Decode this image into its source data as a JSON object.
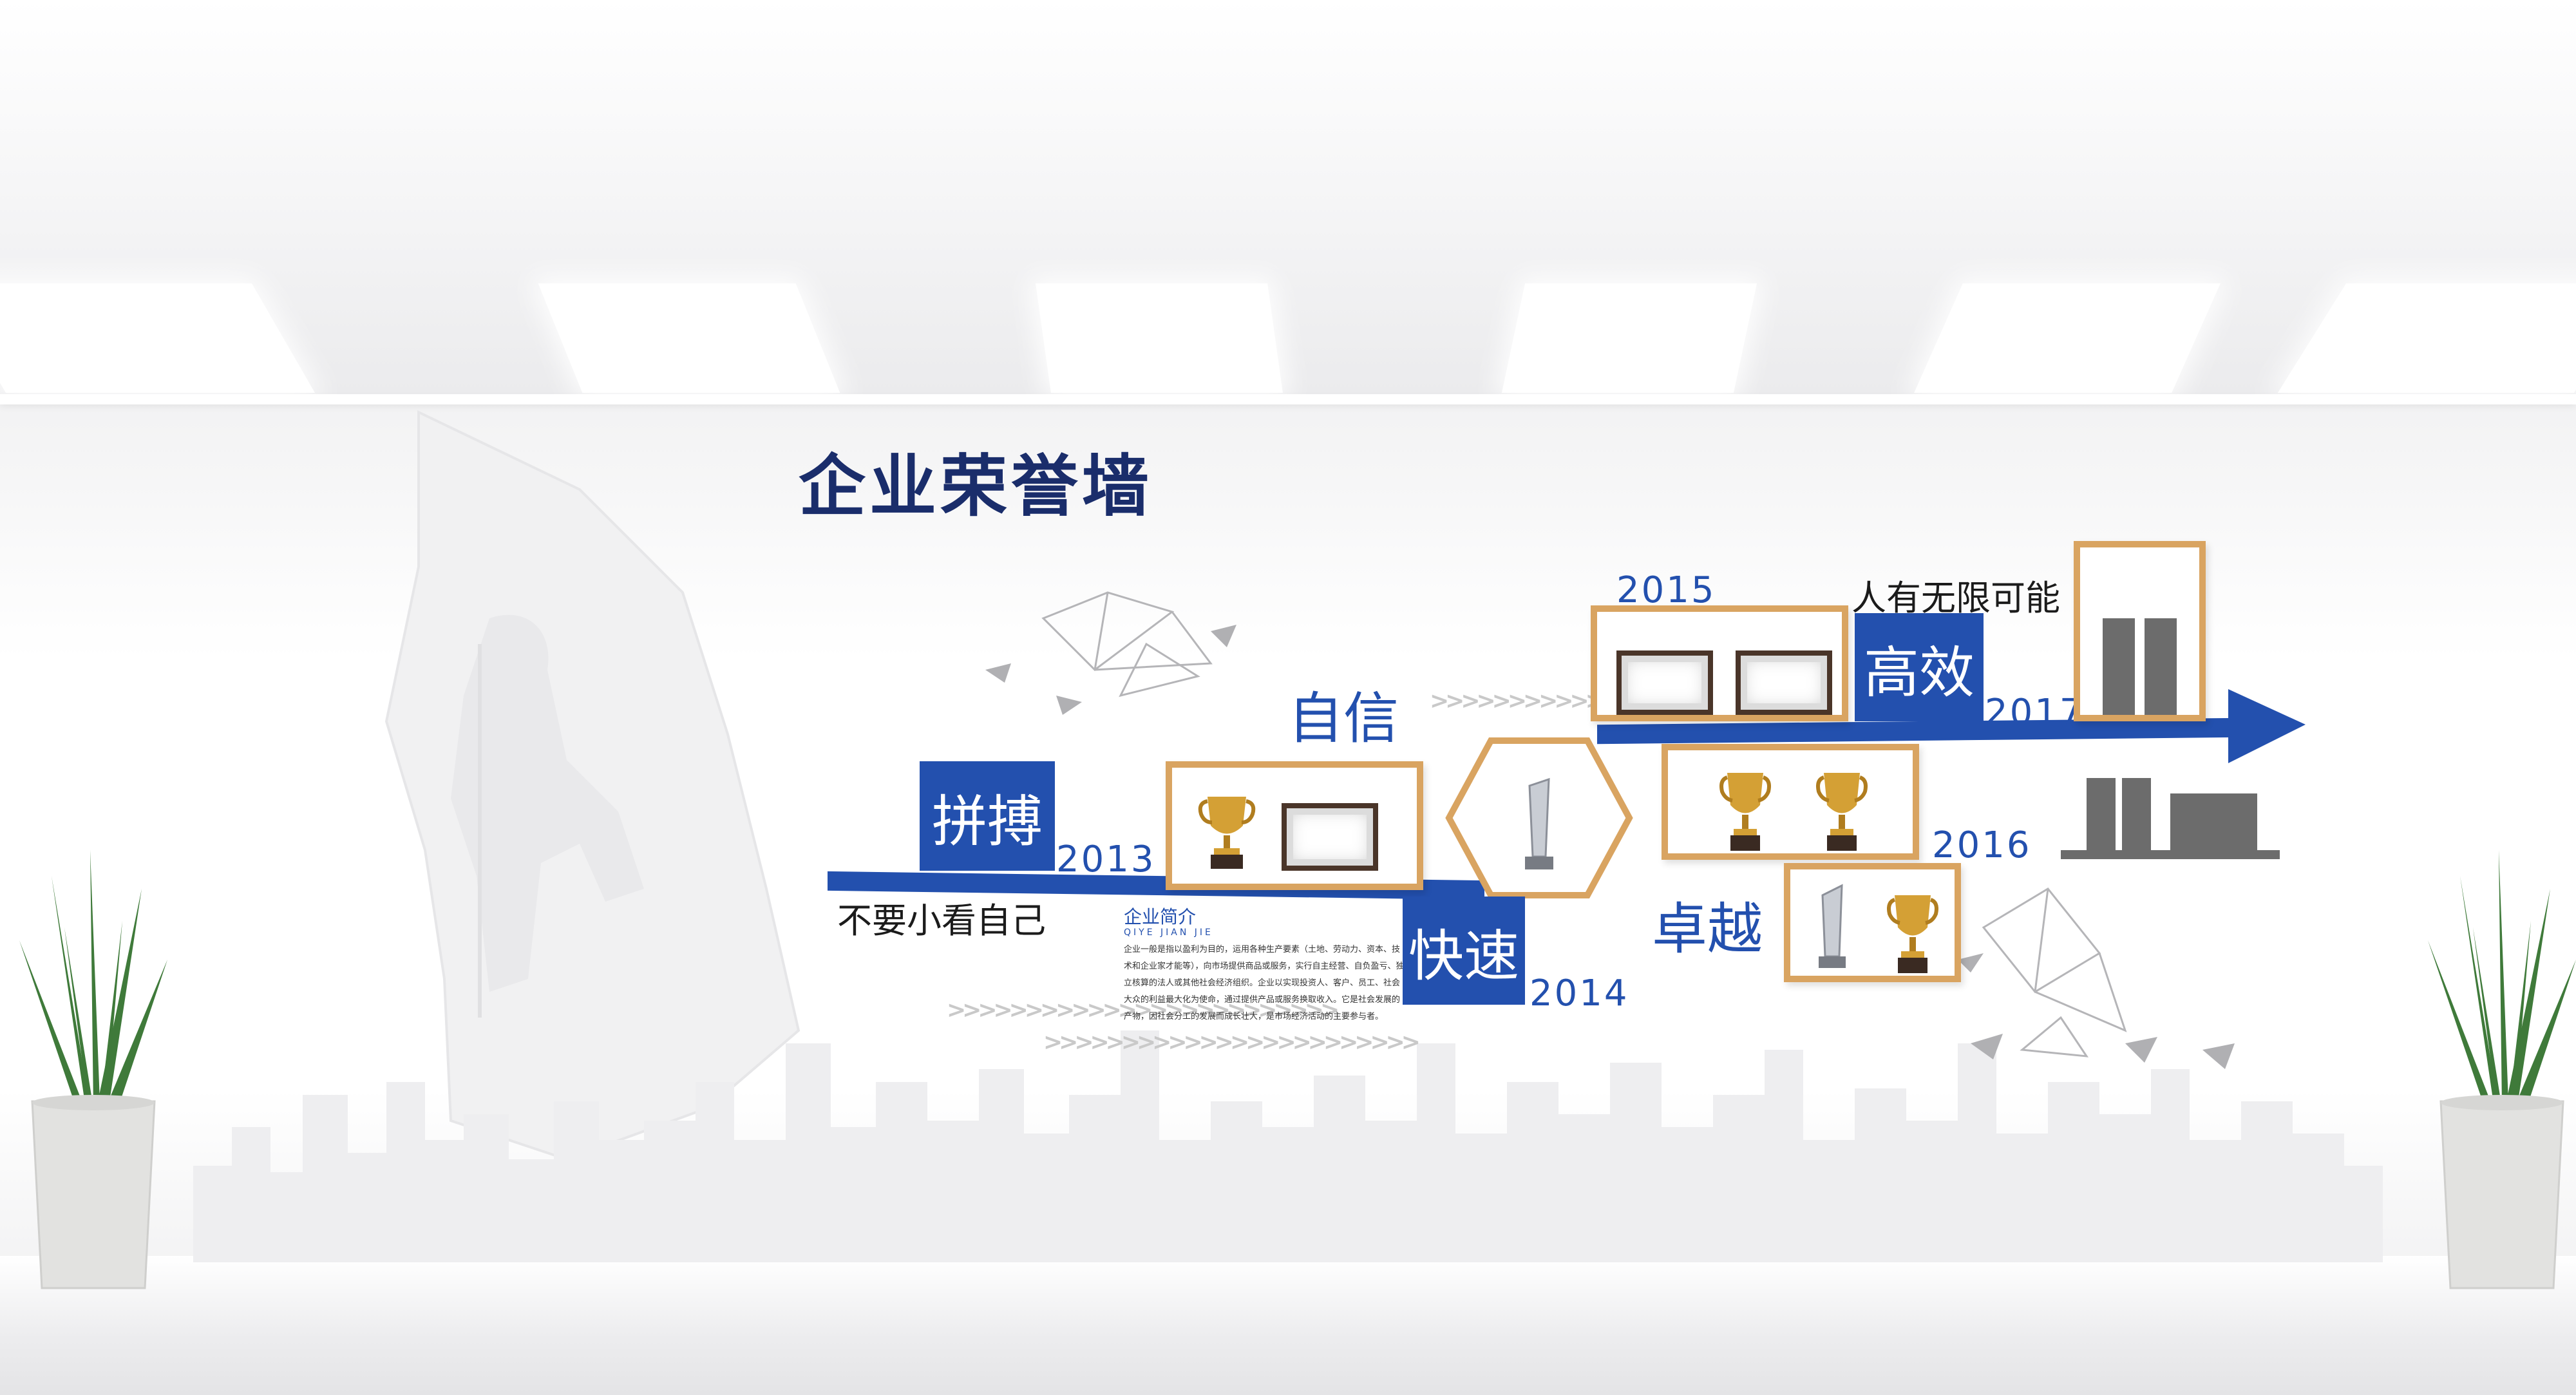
{
  "title": "企业荣誉墙",
  "slogans": {
    "pinbo": "拼搏",
    "zixin": "自信",
    "kuaisu": "快速",
    "zhuoyue": "卓越",
    "gaoxiao": "高效",
    "buyao": "不要小看自己",
    "renyou": "人有无限可能"
  },
  "years": {
    "y2013": "2013",
    "y2014": "2014",
    "y2015": "2015",
    "y2016": "2016",
    "y2017": "2017"
  },
  "intro": {
    "title": "企业简介",
    "subtitle": "QIYE JIAN JIE",
    "body": "企业一般是指以盈利为目的，运用各种生产要素（土地、劳动力、资本、技术和企业家才能等），向市场提供商品或服务，实行自主经营、自负盈亏、独立核算的法人或其他社会经济组织。企业以实现投资人、客户、员工、社会大众的利益最大化为使命，通过提供产品或服务换取收入。它是社会发展的产物，因社会分工的发展而成长壮大，是市场经济活动的主要参与者。"
  },
  "colors": {
    "brand_blue": "#2350ae",
    "title_navy": "#1a2d6b",
    "frame_gold": "#d9a461"
  },
  "icons": [
    "trophy-icon",
    "crystal-award-icon",
    "certificate-plaque-icon",
    "timeline-arrow-icon",
    "potted-plant-icon"
  ]
}
